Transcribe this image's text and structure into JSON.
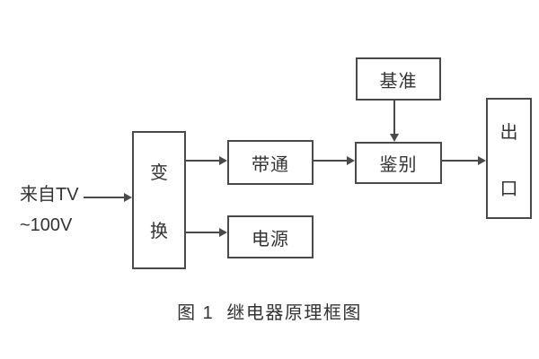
{
  "source": {
    "line1": "来自TV",
    "line2": "~100V"
  },
  "blocks": {
    "transform": {
      "label": "变换",
      "chars": [
        "变",
        "换"
      ]
    },
    "bandpass": {
      "label": "带通"
    },
    "power": {
      "label": "电源"
    },
    "reference": {
      "label": "基准"
    },
    "discriminator": {
      "label": "鉴别"
    },
    "output": {
      "label": "出口",
      "chars": [
        "出",
        "口"
      ]
    }
  },
  "connections": [
    {
      "from": "source",
      "to": "transform"
    },
    {
      "from": "transform",
      "to": "bandpass"
    },
    {
      "from": "transform",
      "to": "power"
    },
    {
      "from": "bandpass",
      "to": "discriminator"
    },
    {
      "from": "reference",
      "to": "discriminator"
    },
    {
      "from": "discriminator",
      "to": "output"
    }
  ],
  "caption": "图 1  继电器原理框图",
  "colors": {
    "line": "#4a4a4a",
    "text": "#333333",
    "background": "#ffffff"
  }
}
